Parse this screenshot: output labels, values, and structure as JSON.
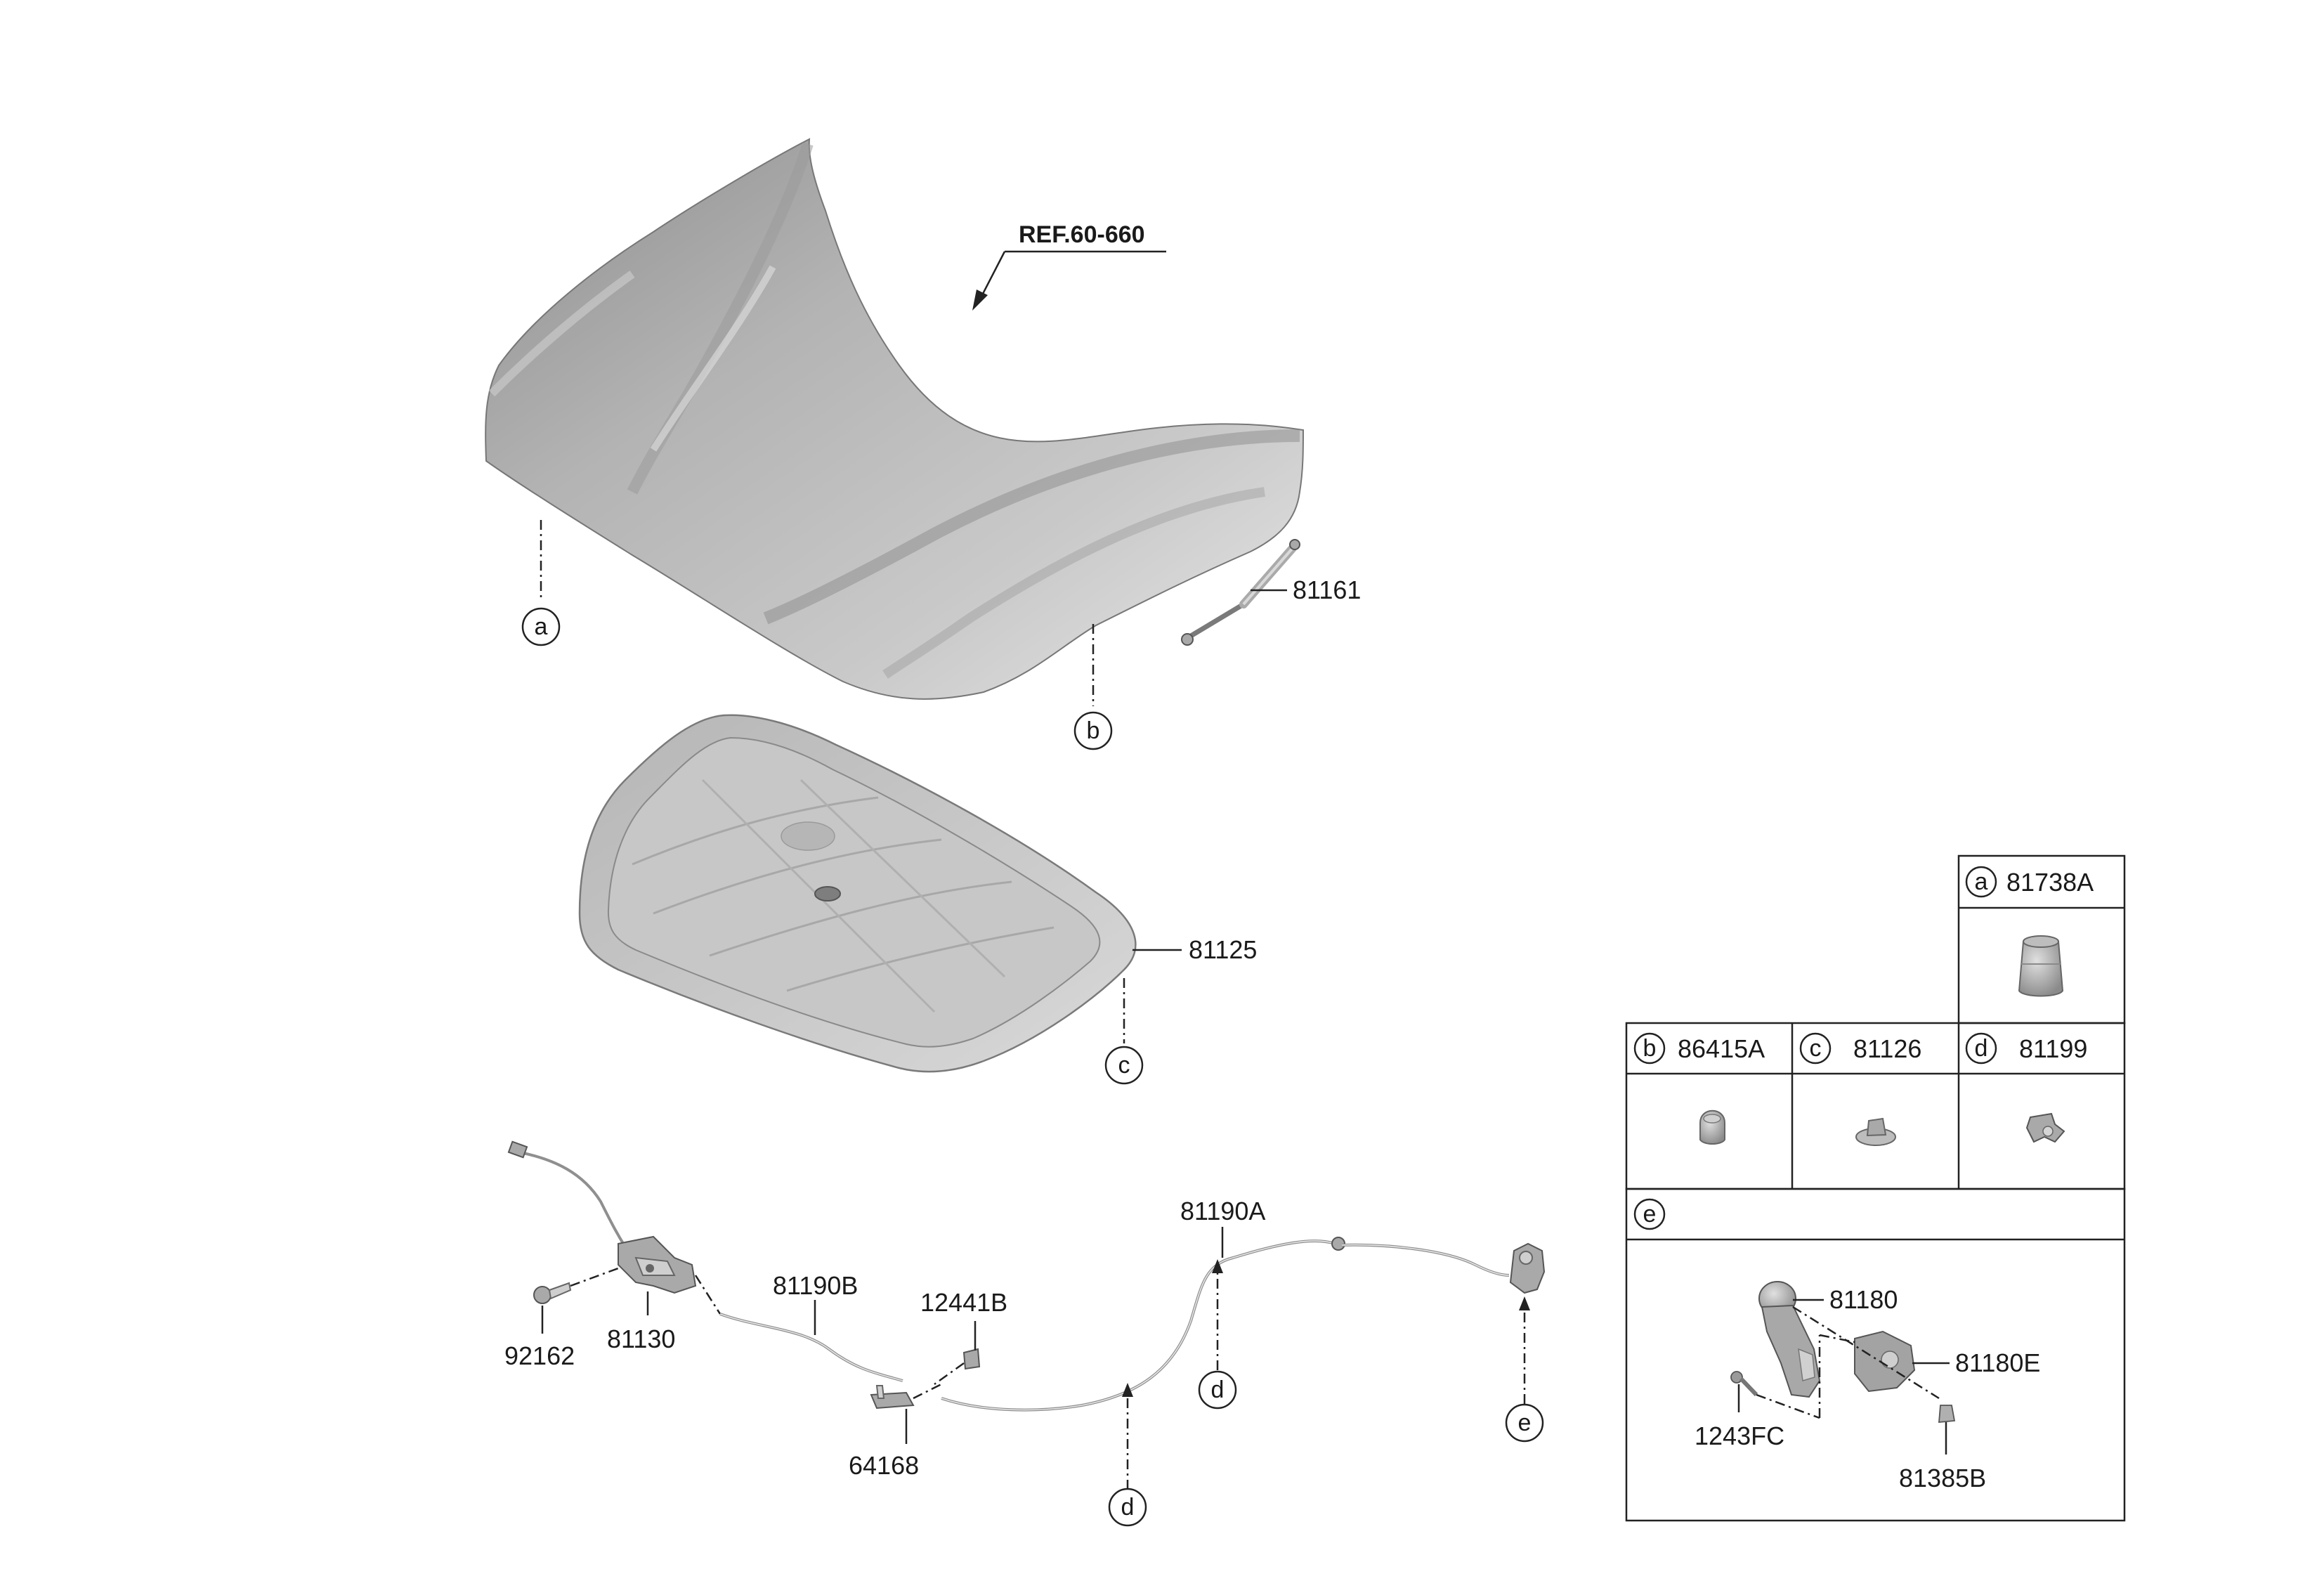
{
  "diagram": {
    "ref_label": "REF.60-660",
    "parts": {
      "p81161": "81161",
      "p81125": "81125",
      "p92162": "92162",
      "p81130": "81130",
      "p81190B": "81190B",
      "p12441B": "12441B",
      "p64168": "64168",
      "p81190A": "81190A",
      "p81180": "81180",
      "p81180E": "81180E",
      "p1243FC": "1243FC",
      "p81385B": "81385B"
    },
    "markers": {
      "a": "a",
      "b": "b",
      "c": "c",
      "d": "d",
      "e": "e"
    },
    "legend": {
      "a_letter": "a",
      "a_code": "81738A",
      "b_letter": "b",
      "b_code": "86415A",
      "c_letter": "c",
      "c_code": "81126",
      "d_letter": "d",
      "d_code": "81199",
      "e_letter": "e"
    },
    "colors": {
      "hood_light": "#e6e6e6",
      "hood_mid": "#c4c4c4",
      "hood_dark": "#8e8e8e",
      "insulator": "#bdbdbd",
      "line": "#222222"
    }
  }
}
